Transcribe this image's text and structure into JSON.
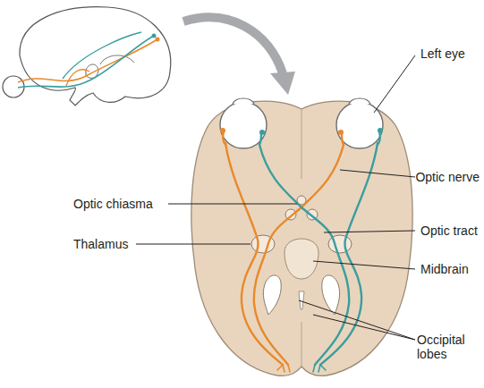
{
  "diagram": {
    "labels": [
      "Left eye",
      "Optic nerve",
      "Optic chiasma",
      "Optic tract",
      "Thalamus",
      "Midbrain",
      "Occipital lobes"
    ]
  }
}
